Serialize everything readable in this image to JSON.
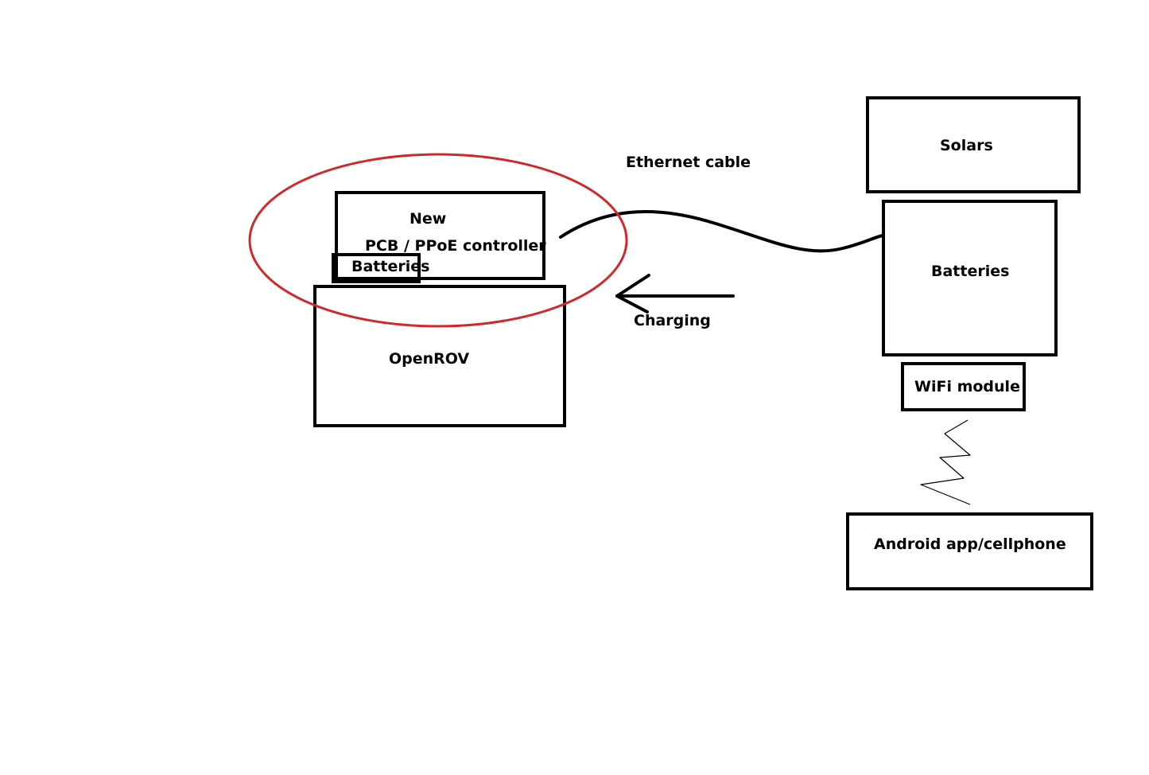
{
  "diagram": {
    "nodes": {
      "controller": {
        "line1": "New",
        "line2": "PCB / PPoE controller"
      },
      "rov_batteries": {
        "label": "Batteries"
      },
      "openrov": {
        "label": "OpenROV"
      },
      "solars": {
        "label": "Solars"
      },
      "base_batteries": {
        "label": "Batteries"
      },
      "wifi": {
        "label": "WiFi module"
      },
      "phone": {
        "label": "Android app/cellphone"
      }
    },
    "edges": {
      "ethernet": {
        "label": "Ethernet cable"
      },
      "charging": {
        "label": "Charging"
      }
    },
    "colors": {
      "ink": "#000000",
      "highlight": "#d0282c",
      "background": "#ffffff"
    }
  }
}
